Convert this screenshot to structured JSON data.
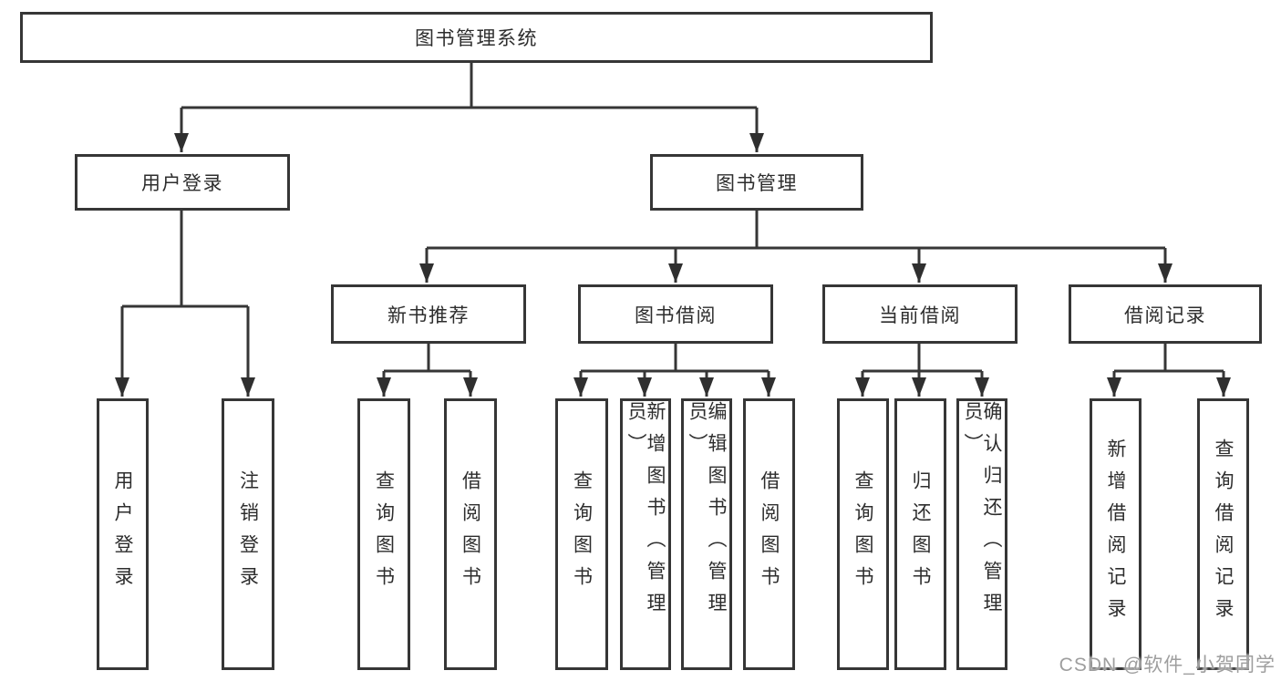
{
  "diagram_type": "hierarchy-tree",
  "tree": {
    "label": "图书管理系统",
    "children": [
      {
        "label": "用户登录",
        "children": [
          {
            "label": "用户登录"
          },
          {
            "label": "注销登录"
          }
        ]
      },
      {
        "label": "图书管理",
        "children": [
          {
            "label": "新书推荐",
            "children": [
              {
                "label": "查询图书"
              },
              {
                "label": "借阅图书"
              }
            ]
          },
          {
            "label": "图书借阅",
            "children": [
              {
                "label": "查询图书"
              },
              {
                "label": "新增图书（管理员）"
              },
              {
                "label": "编辑图书（管理员）"
              },
              {
                "label": "借阅图书"
              }
            ]
          },
          {
            "label": "当前借阅",
            "children": [
              {
                "label": "查询图书"
              },
              {
                "label": "归还图书"
              },
              {
                "label": "确认归还（管理员）"
              }
            ]
          },
          {
            "label": "借阅记录",
            "children": [
              {
                "label": "新增借阅记录"
              },
              {
                "label": "查询借阅记录"
              }
            ]
          }
        ]
      }
    ]
  },
  "watermark": {
    "text": "CSDN @软件_小贺同学",
    "color": "#9e9e9e"
  },
  "colors": {
    "line": "#363636",
    "arrow": "#2f2f2f",
    "background": "#ffffff",
    "text": "#2d2d2d"
  }
}
